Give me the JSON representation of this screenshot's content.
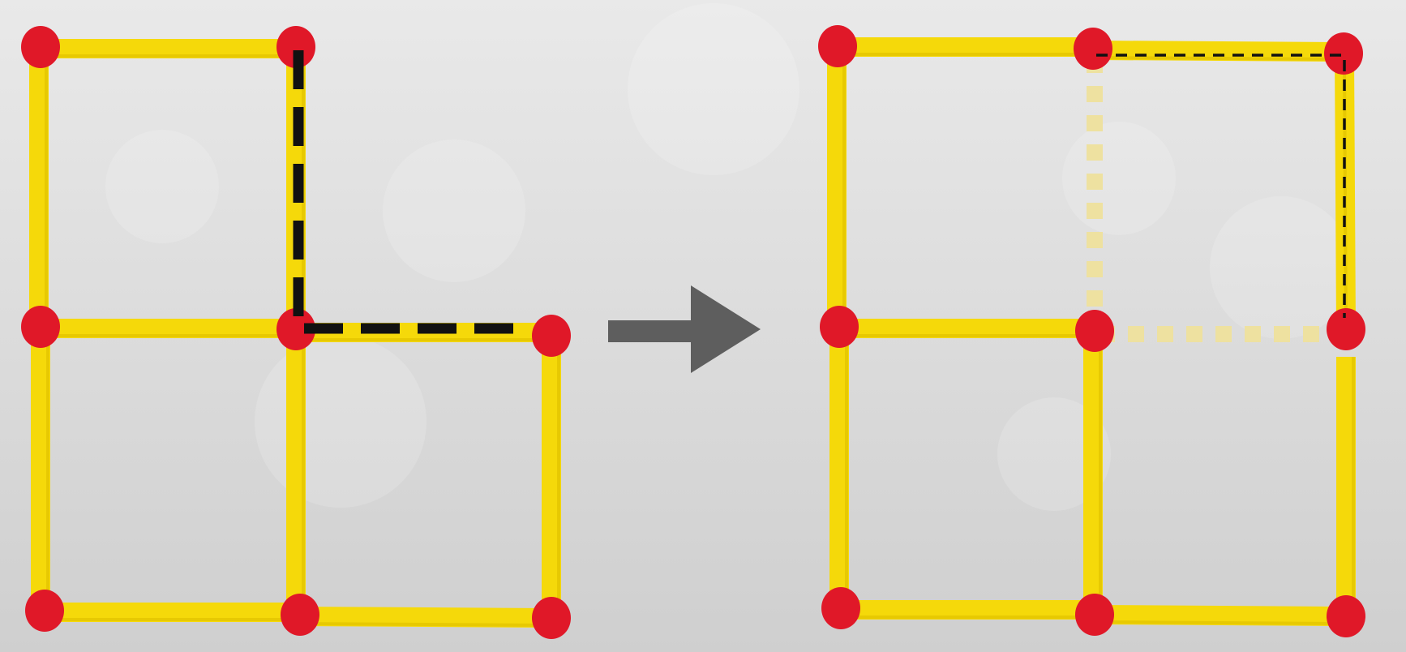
{
  "puzzle": {
    "type": "matchstick-puzzle",
    "background_color": "#d6d6d6",
    "match_color": "#f5d90a",
    "match_head_color": "#e01828",
    "faded_match_color": "#eee1a0",
    "marker_color": "#111111",
    "arrow_color": "#5e5e5e"
  },
  "before": {
    "matches": [
      {
        "id": "b-top-left",
        "style": "solid"
      },
      {
        "id": "b-top-right-vertical",
        "style": "solid",
        "marked": true
      },
      {
        "id": "b-middle-left",
        "style": "solid"
      },
      {
        "id": "b-middle-right",
        "style": "solid",
        "marked": true
      },
      {
        "id": "b-left-upper",
        "style": "solid"
      },
      {
        "id": "b-left-lower",
        "style": "solid"
      },
      {
        "id": "b-center-lower",
        "style": "solid"
      },
      {
        "id": "b-right-lower",
        "style": "solid"
      },
      {
        "id": "b-bottom-left",
        "style": "solid"
      },
      {
        "id": "b-bottom-right",
        "style": "solid"
      }
    ],
    "moved_match_count": 2
  },
  "transition": {
    "icon": "right-arrow-icon"
  },
  "after": {
    "matches": [
      {
        "id": "a-top-left",
        "style": "solid"
      },
      {
        "id": "a-top-right",
        "style": "solid",
        "marked": true
      },
      {
        "id": "a-right-upper",
        "style": "solid",
        "marked": true
      },
      {
        "id": "a-middle-left",
        "style": "solid"
      },
      {
        "id": "a-center-upper",
        "style": "faded"
      },
      {
        "id": "a-middle-right",
        "style": "faded"
      },
      {
        "id": "a-left-upper",
        "style": "solid"
      },
      {
        "id": "a-left-lower",
        "style": "solid"
      },
      {
        "id": "a-center-lower",
        "style": "solid"
      },
      {
        "id": "a-right-lower",
        "style": "solid"
      },
      {
        "id": "a-bottom-left",
        "style": "solid"
      },
      {
        "id": "a-bottom-right",
        "style": "solid"
      }
    ]
  }
}
